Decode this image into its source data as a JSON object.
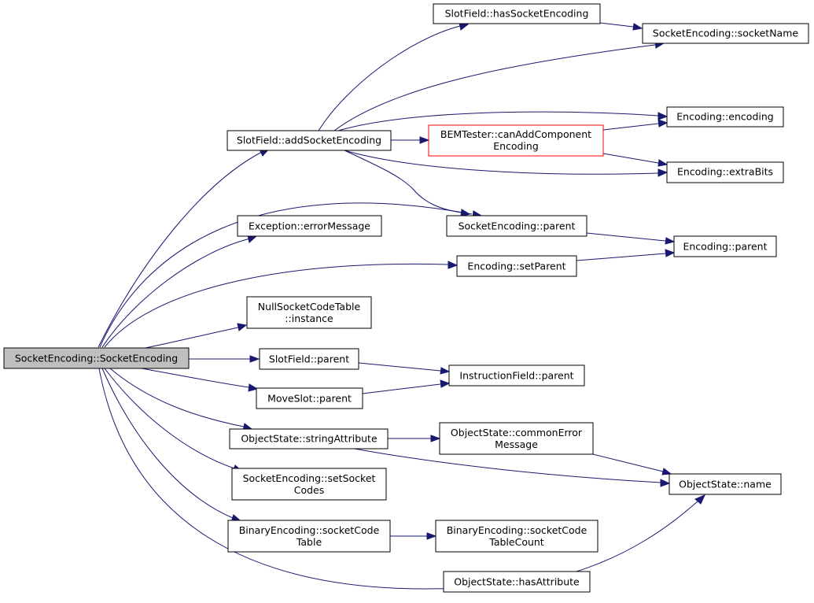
{
  "colors": {
    "edge": "#191970",
    "root_fill": "#bfbfbf",
    "truncated_border": "#ff0000",
    "node_border": "#000000"
  },
  "nodes": {
    "root": [
      "SocketEncoding::SocketEncoding"
    ],
    "addSocketEncoding": [
      "SlotField::addSocketEncoding"
    ],
    "hasSocketEncoding": [
      "SlotField::hasSocketEncoding"
    ],
    "socketName": [
      "SocketEncoding::socketName"
    ],
    "encoding": [
      "Encoding::encoding"
    ],
    "canAddComponentEncoding": [
      "BEMTester::canAddComponent",
      "Encoding"
    ],
    "extraBits": [
      "Encoding::extraBits"
    ],
    "socketParent": [
      "SocketEncoding::parent"
    ],
    "errorMessage": [
      "Exception::errorMessage"
    ],
    "encodingParent": [
      "Encoding::parent"
    ],
    "setParent": [
      "Encoding::setParent"
    ],
    "instance": [
      "NullSocketCodeTable",
      "::instance"
    ],
    "slotFieldParent": [
      "SlotField::parent"
    ],
    "instructionFieldParent": [
      "InstructionField::parent"
    ],
    "moveSlotParent": [
      "MoveSlot::parent"
    ],
    "stringAttribute": [
      "ObjectState::stringAttribute"
    ],
    "commonErrorMessage": [
      "ObjectState::commonError",
      "Message"
    ],
    "setSocketCodes": [
      "SocketEncoding::setSocket",
      "Codes"
    ],
    "objectStateName": [
      "ObjectState::name"
    ],
    "socketCodeTable": [
      "BinaryEncoding::socketCode",
      "Table"
    ],
    "socketCodeTableCount": [
      "BinaryEncoding::socketCode",
      "TableCount"
    ],
    "hasAttribute": [
      "ObjectState::hasAttribute"
    ]
  }
}
